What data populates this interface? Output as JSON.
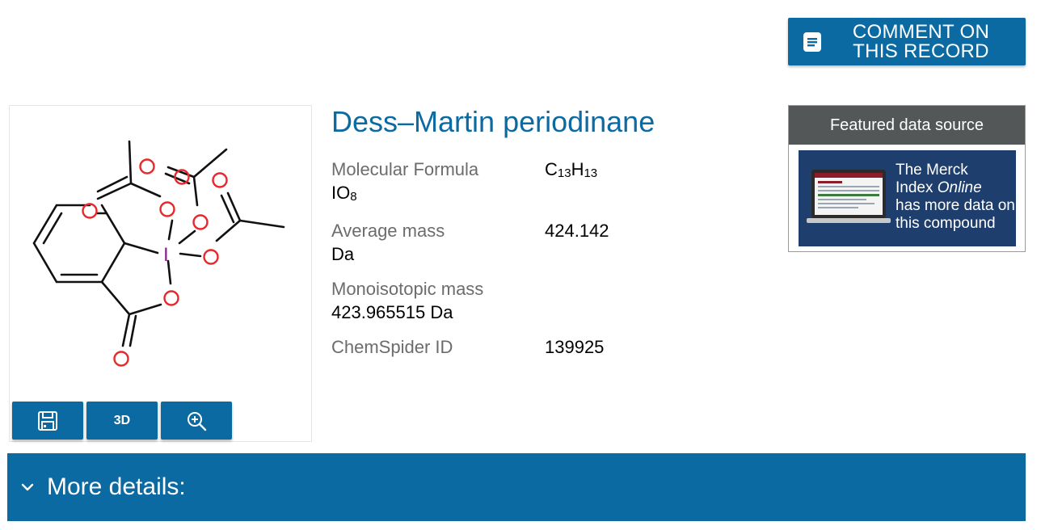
{
  "comment_button": {
    "line1": "COMMENT ON",
    "line2": "THIS RECORD"
  },
  "compound": {
    "name": "Dess–Martin periodinane",
    "formula_label": "Molecular Formula",
    "formula": {
      "c": "C",
      "c_n": "13",
      "h": "H",
      "h_n": "13",
      "i": "IO",
      "o_n": "8"
    },
    "avg_mass_label": "Average mass",
    "avg_mass_value": "424.142",
    "avg_mass_unit": "Da",
    "mono_mass_label": "Monoisotopic mass",
    "mono_mass_value": "423.965515 Da",
    "chemspider_label": "ChemSpider ID",
    "chemspider_value": "139925"
  },
  "structure_tools": {
    "three_d_label": "3D"
  },
  "atoms": {
    "oxygen": "O",
    "iodine": "I"
  },
  "featured": {
    "heading": "Featured data source",
    "line1": "The Merck",
    "line2a": "Index ",
    "line2b": "Online",
    "line3": "has more data on",
    "line4": "this compound"
  },
  "more_details": {
    "label": "More details:"
  },
  "colors": {
    "brand_blue": "#0b6aa2",
    "header_gray": "#545758",
    "oxygen_red": "#e8282b",
    "iodine_purple": "#8b1a8f",
    "merck_navy": "#1e3f6e"
  },
  "icons": [
    "comment-icon",
    "save-icon",
    "zoom-icon",
    "chevron-down-icon"
  ]
}
